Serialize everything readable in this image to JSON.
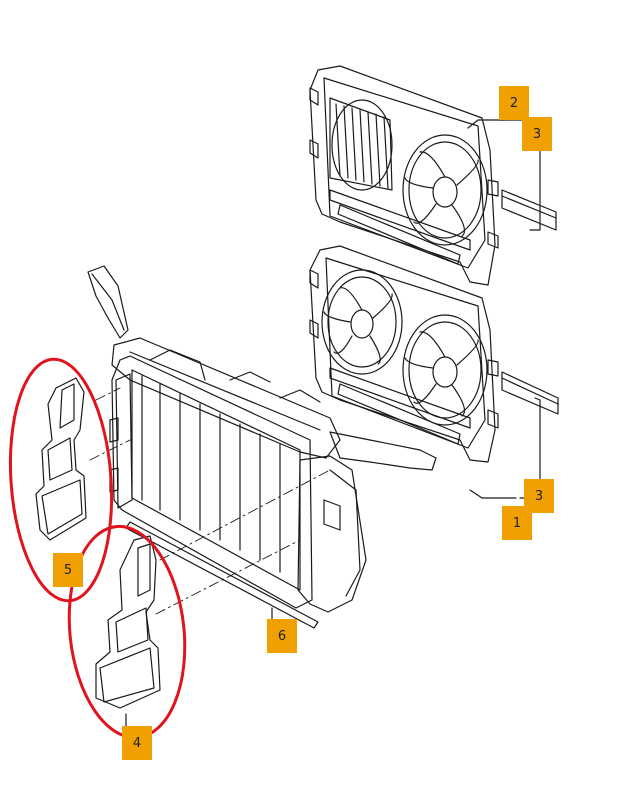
{
  "diagram": {
    "callouts": [
      {
        "id": "c1",
        "label": "1"
      },
      {
        "id": "c2",
        "label": "2"
      },
      {
        "id": "c3a",
        "label": "3"
      },
      {
        "id": "c3b",
        "label": "3"
      },
      {
        "id": "c4",
        "label": "4"
      },
      {
        "id": "c5",
        "label": "5"
      },
      {
        "id": "c6",
        "label": "6"
      }
    ],
    "colors": {
      "callout_fill": "#F0A000",
      "highlight_circle": "#E0141E",
      "line": "#1a1a1a",
      "background": "#FFFFFF"
    }
  }
}
